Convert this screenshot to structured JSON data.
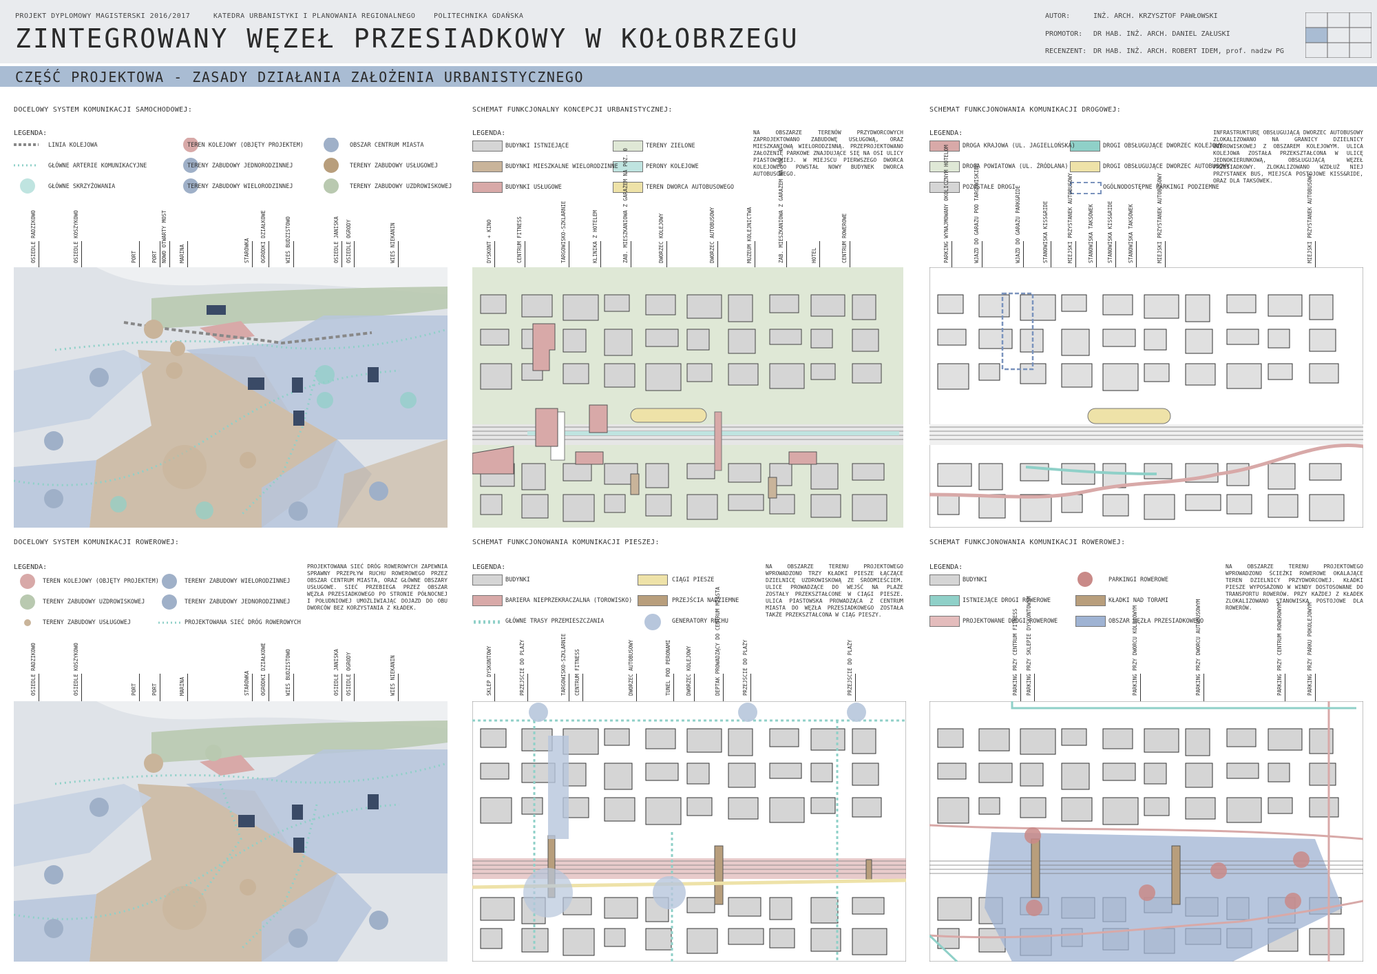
{
  "header": {
    "project": "PROJEKT DYPLOMOWY MAGISTERSKI 2016/2017",
    "department": "KATEDRA URBANISTYKI I PLANOWANIA REGIONALNEGO",
    "university": "POLITECHNIKA GDAŃSKA",
    "title": "ZINTEGROWANY WĘZEŁ PRZESIADKOWY W KOŁOBRZEGU",
    "author_label": "AUTOR:",
    "author": "INŻ. ARCH. KRZYSZTOF PAWŁOWSKI",
    "promotor_label": "PROMOTOR:",
    "promotor": "DR HAB. INŻ. ARCH. DANIEL ZAŁUSKI",
    "recenzent_label": "RECENZENT:",
    "recenzent": "DR HAB. INŻ. ARCH. ROBERT IDEM, prof. nadzw PG"
  },
  "band": {
    "text": "CZĘŚĆ PROJEKTOWA - ZASADY DZIAŁANIA ZAŁOŻENIA URBANISTYCZNEGO"
  },
  "colors": {
    "header_bg": "#e9ebee",
    "band": "#a9bcd3",
    "green_area": "#b9c9b0",
    "blue_area": "#b7c6dc",
    "brown_area": "#c9b49a",
    "pink": "#d8a9a8",
    "teal": "#8fd0c8",
    "yellow": "#eee2a8",
    "dark_brown": "#b89e7c"
  },
  "p1": {
    "title": "DOCELOWY SYSTEM KOMUNIKACJI SAMOCHODOWEJ:",
    "legend_title": "LEGENDA:",
    "legend": [
      "LINIA KOLEJOWA",
      "GŁÓWNE ARTERIE KOMUNIKACYJNE",
      "GŁÓWNE SKRZYŻOWANIA",
      "TEREN KOLEJOWY (OBJĘTY PROJEKTEM)",
      "TERENY ZABUDOWY JEDNORODZINNEJ",
      "TERENY ZABUDOWY WIELORODZINNEJ",
      "OBSZAR CENTRUM MIASTA",
      "TERENY ZABUDOWY USŁUGOWEJ",
      "TERENY ZABUDOWY UZDROWISKOWEJ"
    ],
    "labels": [
      "OSIEDLE RADZIKOWO",
      "OSIEDLE KOSZYKOWO",
      "PORT",
      "PORT",
      "NOWO OTWARTY MOST",
      "MARINA",
      "STARÓWKA",
      "OGRÓDKI DZIAŁKOWE",
      "WIEŚ BUDZISTOWO",
      "OSIEDLE JANISKA",
      "OSIEDLE OGRODY",
      "WIEŚ NIEKANIN"
    ]
  },
  "p2": {
    "title": "SCHEMAT FUNKCJONALNY KONCEPCJI URBANISTYCZNEJ:",
    "legend_title": "LEGENDA:",
    "legend": [
      "BUDYNKI ISTNIEJĄCE",
      "BUDYNKI MIESZKALNE WIELORODZINNE",
      "BUDYNKI USŁUGOWE",
      "TERENY ZIELONE",
      "PERONY KOLEJOWE",
      "TEREN DWORCA AUTOBUSOWEGO"
    ],
    "note": "NA OBSZARZE TERENÓW PRZYDWORCOWYCH ZAPROJEKTOWANO ZABUDOWĘ USŁUGOWĄ, ORAZ MIESZKANIOWĄ WIELORODZINNĄ. PRZEPROJEKTOWANO ZAŁOŻENIE PARKOWE ZNAJDUJĄCE SIĘ NA OSI ULICY PIASTOWSKIEJ. W MIEJSCU PIERWSZEGO DWORCA KOLEJOWEGO POWSTAŁ NOWY BUDYNEK DWORCA AUTOBUSOWEGO.",
    "labels": [
      "DYSKONT + KINO",
      "CENTRUM FITNESS",
      "TARGOWISKO-SZKLARNIE",
      "KLINIKA Z HOTELEM",
      "ZAB. MIESZKANIOWA Z GARAŻEM NA POZ. 0",
      "DWORZEC KOLEJOWY",
      "DWORZEC AUTOBUSOWY",
      "MUZEUM KOLEJNICTWA",
      "ZAB. MIESZKANIOWA Z GARAŻEM NA POZ. 0",
      "HOTEL",
      "CENTRUM ROWEROWE"
    ]
  },
  "p3": {
    "title": "SCHEMAT FUNKCJONOWANIA KOMUNIKACJI DROGOWEJ:",
    "legend_title": "LEGENDA:",
    "legend": [
      "DROGA KRAJOWA (UL. JAGIELLOŃSKA)",
      "DROGA POWIATOWA (UL. ŹRÓDLANA)",
      "POZOSTAŁE DROGI",
      "DROGI OBSŁUGUJĄCE DWORZEC KOLEJOWY",
      "DROGI OBSŁUGUJĄCE DWORZEC AUTOBUSOWY",
      "OGÓLNODOSTĘPNE PARKINGI PODZIEMNE"
    ],
    "note": "INFRASTRUKTURĘ OBSŁUGUJĄCĄ DWORZEC AUTOBUSOWY ZLOKALIZOWANO NA GRANICY DZIELNICY UZDROWISKOWEJ Z OBSZAREM KOLEJOWYM. ULICA KOLEJOWA ZOSTAŁA PRZEKSZTAŁCONA W ULICĘ JEDNOKIERUNKOWĄ, OBSŁUGUJĄCĄ WĘZEŁ PRZESIADKOWY. ZLOKALIZOWANO WZDŁUŻ NIEJ PRZYSTANEK BUS, MIEJSCA POSTOJOWE KISS&RIDE, ORAZ DLA TAKSÓWEK.",
    "labels": [
      "PARKING WYNAJMOWANY OKOLICZNYM HOTELOM",
      "WJAZD DO GARAŻU POD TARGOWISKIEM",
      "WJAZD DO GARAŻU PARK&RIDE",
      "STANOWISKA KISS&RIDE",
      "MIEJSKI PRZYSTANEK AUTOBUSOWY",
      "STANOWISKA TAKSÓWEK",
      "STANOWISKA KISS&RIDE",
      "STANOWISKA TAKSÓWEK",
      "MIEJSKI PRZYSTANEK AUTOBUSOWY",
      "MIEJSKI PRZYSTANEK AUTOBUSOWY"
    ]
  },
  "p4": {
    "title": "DOCELOWY SYSTEM KOMUNIKACJI ROWEROWEJ:",
    "legend_title": "LEGENDA:",
    "legend": [
      "TEREN KOLEJOWY (OBJĘTY PROJEKTEM)",
      "TERENY ZABUDOWY UZDROWISKOWEJ",
      "TERENY ZABUDOWY USŁUGOWEJ",
      "TERENY ZABUDOWY WIELORODZINNEJ",
      "TERENY ZABUDOWY JEDNORODZINNEJ",
      "PROJEKTOWANA SIEĆ DRÓG ROWEROWYCH"
    ],
    "note": "PROJEKTOWANA SIEĆ DRÓG ROWEROWYCH ZAPEWNIA SPRAWNY PRZEPŁYW RUCHU ROWEROWEGO PRZEZ OBSZAR CENTRUM MIASTA, ORAZ GŁÓWNE OBSZARY USŁUGOWE. SIEĆ PRZEBIEGA PRZEZ OBSZAR WĘZŁA PRZESIADKOWEGO PO STRONIE PÓŁNOCNEJ I POŁUDNIOWEJ UMOŻLIWIAJĄC DOJAZD DO OBU DWORCÓW BEZ KORZYSTANIA Z KŁADEK.",
    "labels": [
      "OSIEDLE RADZIKOWO",
      "OSIEDLE KOSZYKOWO",
      "PORT",
      "PORT",
      "MARINA",
      "STARÓWKA",
      "OGRÓDKI DZIAŁKOWE",
      "WIEŚ BUDZISTOWO",
      "OSIEDLE JANISKA",
      "OSIEDLE OGRODY",
      "WIEŚ NIEKANIN"
    ]
  },
  "p5": {
    "title": "SCHEMAT FUNKCJONOWANIA KOMUNIKACJI PIESZEJ:",
    "legend_title": "LEGENDA:",
    "legend": [
      "BUDYNKI",
      "BARIERA NIEPRZEKRACZALNA (TOROWISKO)",
      "GŁÓWNE TRASY PRZEMIESZCZANIA",
      "CIĄGI PIESZE",
      "PRZEJŚCIA NADZIEMNE",
      "GENERATORY RUCHU"
    ],
    "note": "NA OBSZARZE TERENU PROJEKTOWEGO WPROWADZONO TRZY KŁADKI PIESZE ŁĄCZĄCE DZIELNICĘ UZDROWISKOWĄ ZE ŚRÓDMIEŚCIEM. ULICE PROWADZĄCE DO WEJŚĆ NA PLAŻE ZOSTAŁY PRZEKSZTAŁCONE W CIĄGI PIESZE. ULICA PIASTOWSKA PROWADZĄCA Z CENTRUM MIASTA DO WĘZŁA PRZESIADKOWEGO ZOSTAŁA TAKŻE PRZEKSZTAŁCONA W CIĄG PIESZY.",
    "labels": [
      "SKLEP DYSKONTOWY",
      "PRZEJŚCIE DO PLAŻY",
      "TARGOWISKO-SZKLARNIE",
      "CENTRUM FITNESS",
      "DWORZEC AUTOBUSOWY",
      "TUNEL POD PERONAMI",
      "DWORZEC KOLEJOWY",
      "DEPTAK PROWADZĄCY DO CENTRUM MIASTA",
      "PRZEJŚCIE DO PLAŻY",
      "PRZEJŚCIE DO PLAŻY"
    ]
  },
  "p6": {
    "title": "SCHEMAT FUNKCJONOWANIA KOMUNIKACJI ROWEROWEJ:",
    "legend_title": "LEGENDA:",
    "legend": [
      "BUDYNKI",
      "ISTNIEJĄCE DROGI ROWEROWE",
      "PROJEKTOWANE DROGI ROWEROWE",
      "PARKINGI ROWEROWE",
      "KŁADKI NAD TORAMI",
      "OBSZAR WĘZŁA PRZESIADKOWEGO"
    ],
    "note": "NA OBSZARZE TERENU PROJEKTOWEGO WPROWADZONO ŚCIEŻKI ROWEROWE OKALAJĄCE TEREN DZIELNICY PRZYDWORCOWEJ. KŁADKI PIESZE WYPOSAŻONO W WINDY DOSTOSOWANE DO TRANSPORTU ROWERÓW. PRZY KAŻDEJ Z KŁADEK ZLOKALIZOWANO STANOWISKA POSTOJOWE DLA ROWERÓW.",
    "labels": [
      "PARKING PRZY CENTRUM FITNESS",
      "PARKING PRZY SKLEPIE DYSKONTOWYM",
      "PARKING PRZY DWORCU KOLEJOWYM",
      "PARKING PRZY DWORCU AUTOBUSOWYM",
      "PARKING PRZY CENTRUM ROWEROWYM",
      "PARKING PRZY PARKU POKOLEJOWYM"
    ]
  }
}
